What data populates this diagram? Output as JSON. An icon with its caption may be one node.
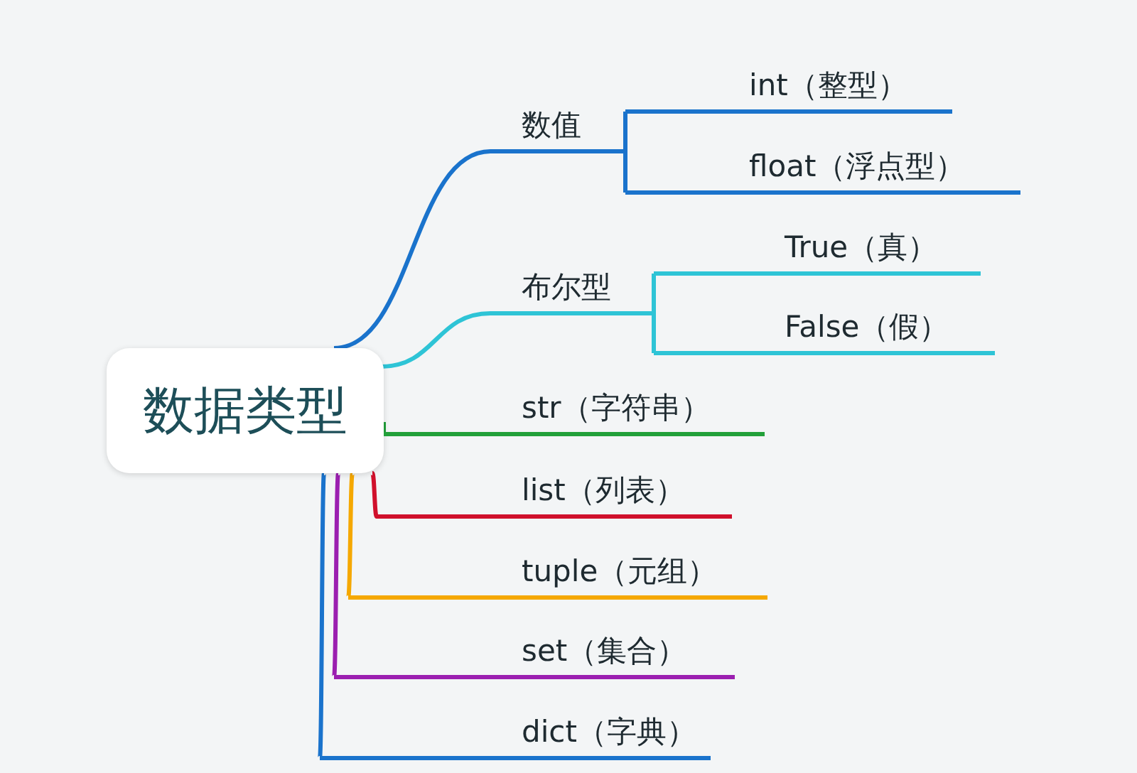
{
  "diagram": {
    "nodes": [
      {
        "text": [
          "数据类型"
        ]
      },
      {
        "text": [
          "数值"
        ]
      },
      {
        "text": [
          "int（整型）"
        ]
      },
      {
        "text": [
          "float（浮点型）"
        ]
      },
      {
        "text": [
          "布尔型"
        ]
      },
      {
        "text": [
          "True（真）"
        ]
      },
      {
        "text": [
          "False（假）"
        ]
      },
      {
        "text": [
          "str（字符串）"
        ]
      },
      {
        "text": [
          "list（列表）"
        ]
      },
      {
        "text": [
          "tuple（元组）"
        ]
      },
      {
        "text": [
          "set（集合）"
        ]
      },
      {
        "text": [
          "dict（字典）"
        ]
      }
    ],
    "edges": [
      {
        "from": 0,
        "to": 1,
        "arrow": "none"
      },
      {
        "from": 1,
        "to": 2,
        "arrow": "none"
      },
      {
        "from": 1,
        "to": 3,
        "arrow": "none"
      },
      {
        "from": 0,
        "to": 4,
        "arrow": "none",
        "color": "#2ec4d6"
      },
      {
        "from": 4,
        "to": 5,
        "arrow": "none",
        "color": "#2ec4d6"
      },
      {
        "from": 4,
        "to": 6,
        "arrow": "none",
        "color": "#2ec4d6"
      },
      {
        "from": 0,
        "to": 7,
        "arrow": "none",
        "color": "#22a03a"
      },
      {
        "from": 0,
        "to": 8,
        "arrow": "none",
        "color": "#d0102c"
      },
      {
        "from": 0,
        "to": 9,
        "arrow": "none",
        "color": "#f5a800"
      },
      {
        "from": 0,
        "to": 10,
        "arrow": "none",
        "color": "#9b1fb0"
      },
      {
        "from": 0,
        "to": 11,
        "arrow": "none"
      }
    ]
  }
}
